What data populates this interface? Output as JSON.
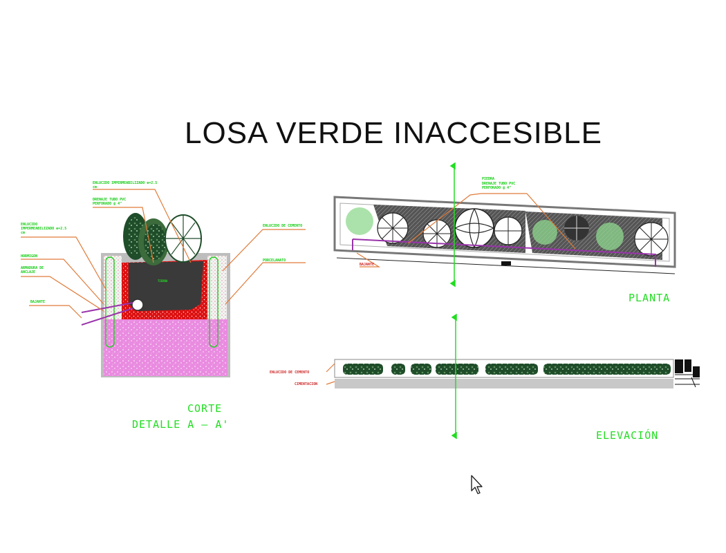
{
  "title": "LOSA VERDE INACCESIBLE",
  "views": {
    "section_title": "CORTE",
    "section_subtitle": "DETALLE A — A'",
    "plan_title": "PLANTA",
    "elevation_title": "ELEVACIÓN"
  },
  "section_annotations": {
    "waterproof_plaster": "ENLUCIDO IMPERMEABILIZADO e=2.5 cm",
    "pvc_drain": "DRENAJE TUBO PVC PERFORADO @ 4\"",
    "waterproof_plaster_left": "ENLUCIDO IMPERMEABILIZADO e=2.5 cm",
    "concrete": "HORMIGON",
    "anchor_rebar": "ARMADURA DE ANCLAJE",
    "downpipe": "BAJANTE",
    "cement_plaster": "ENLUCIDO DE CEMENTO",
    "porcelain": "PORCELANATO",
    "soil": "TIERRA"
  },
  "plan_annotations": {
    "stone": "PIEDRA",
    "pvc_drain": "DRENAJE TUBO PVC PERFORADO @ 4\"",
    "downpipe": "BAJANTE"
  },
  "elevation_annotations": {
    "cement_plaster": "ENLUCIDO DE CEMENTO",
    "foundation": "CIMENTACION"
  },
  "colors": {
    "cad_green": "#22dd22",
    "leader_orange": "#e07b39",
    "drain_purple": "#9933aa",
    "soil_red": "#dd1111",
    "gravel_pink": "#e98be0",
    "earth_gray": "#3a3a3a",
    "wall_gray": "#bdbdbd"
  },
  "icons": {
    "cursor": "mouse-pointer-icon"
  }
}
